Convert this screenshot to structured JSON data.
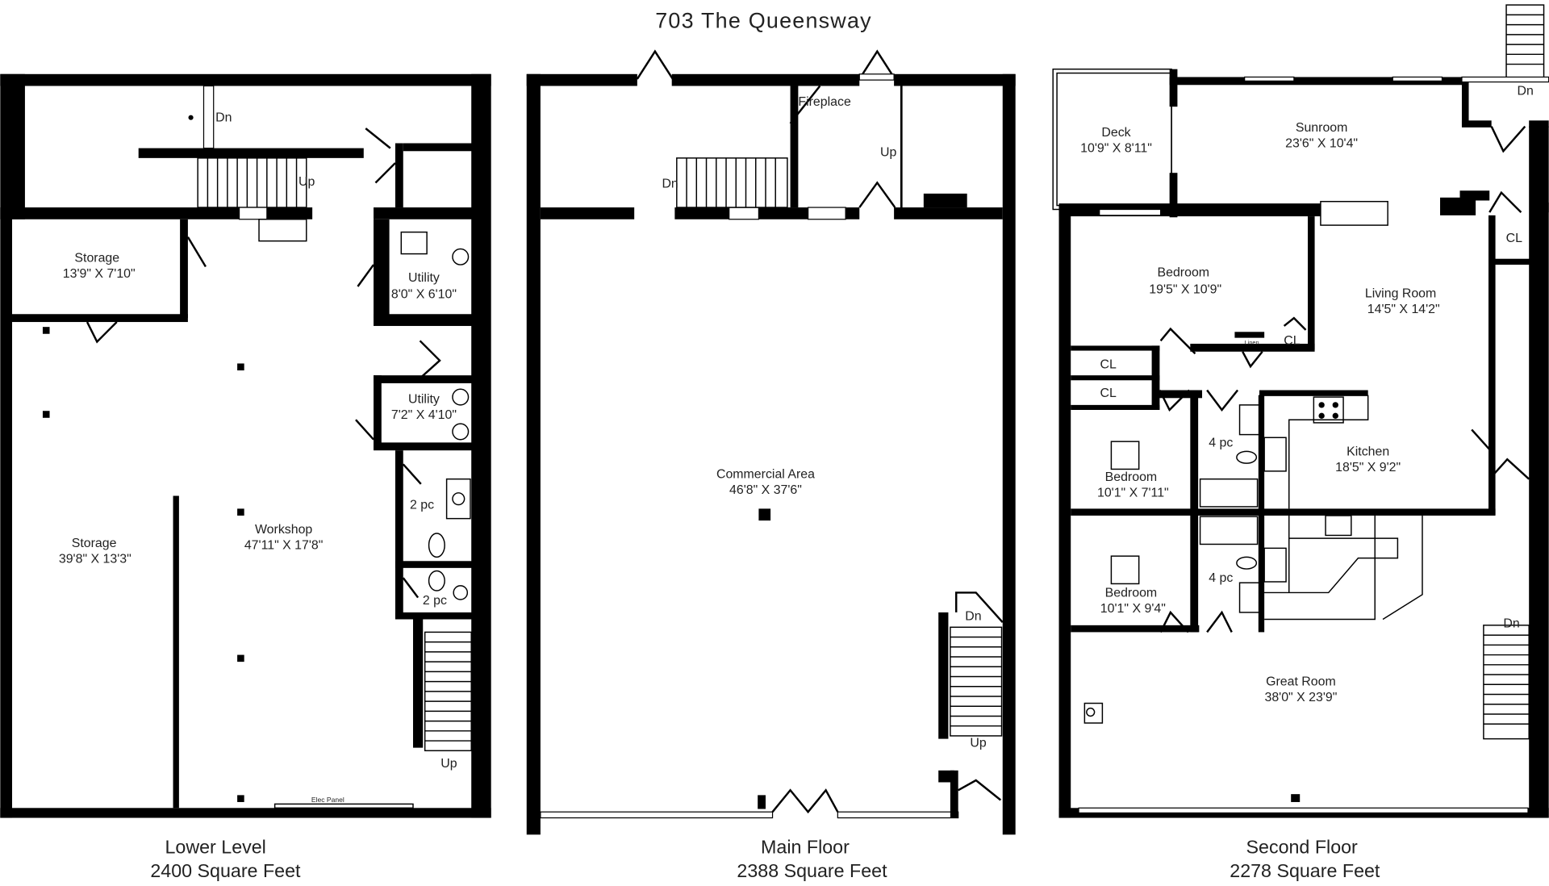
{
  "title": "703 The Queensway",
  "colors": {
    "wall": "#000000",
    "background": "#ffffff",
    "text": "#222222"
  },
  "floors": [
    {
      "name": "Lower Level",
      "area": "2400 Square Feet",
      "rooms": [
        {
          "name": "Storage",
          "dims": "13'9\" X 7'10\""
        },
        {
          "name": "Utility",
          "dims": "8'0\" X 6'10\""
        },
        {
          "name": "Utility",
          "dims": "7'2\" X 4'10\""
        },
        {
          "name": "Workshop",
          "dims": "47'11\" X 17'8\""
        },
        {
          "name": "Storage",
          "dims": "39'8\" X 13'3\""
        },
        {
          "name": "2 pc",
          "dims": ""
        },
        {
          "name": "2 pc",
          "dims": ""
        }
      ],
      "labels": {
        "dn": "Dn",
        "up_top": "Up",
        "up_bottom": "Up",
        "elec_panel": "Elec Panel"
      }
    },
    {
      "name": "Main Floor",
      "area": "2388 Square Feet",
      "rooms": [
        {
          "name": "Commercial Area",
          "dims": "46'8\" X 37'6\""
        }
      ],
      "labels": {
        "fireplace": "Fireplace",
        "up_top": "Up",
        "dn_top": "Dn",
        "dn_right": "Dn",
        "up_right": "Up"
      }
    },
    {
      "name": "Second Floor",
      "area": "2278 Square Feet",
      "rooms": [
        {
          "name": "Deck",
          "dims": "10'9\" X 8'11\""
        },
        {
          "name": "Sunroom",
          "dims": "23'6\" X 10'4\""
        },
        {
          "name": "Bedroom",
          "dims": "19'5\" X 10'9\""
        },
        {
          "name": "Living Room",
          "dims": "14'5\" X 14'2\""
        },
        {
          "name": "Kitchen",
          "dims": "18'5\" X 9'2\""
        },
        {
          "name": "Bedroom",
          "dims": "10'1\" X 7'11\""
        },
        {
          "name": "Bedroom",
          "dims": "10'1\" X 9'4\""
        },
        {
          "name": "Great Room",
          "dims": "38'0\" X 23'9\""
        }
      ],
      "labels": {
        "dn_top": "Dn",
        "dn_right": "Dn",
        "cl": "CL",
        "linen": "Linen",
        "bath1": "4 pc",
        "bath2": "4 pc"
      }
    }
  ]
}
